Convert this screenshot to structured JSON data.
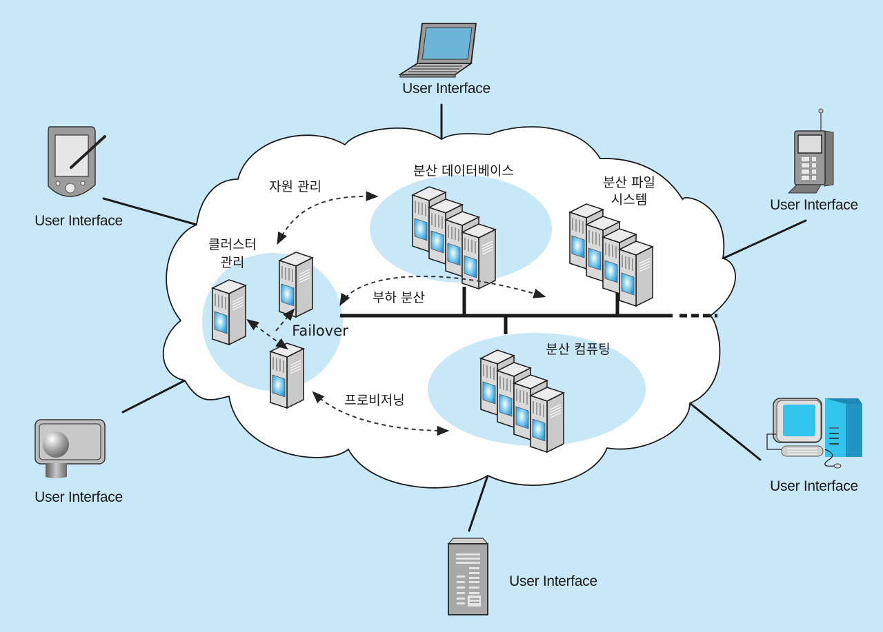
{
  "diagram": {
    "colors": {
      "background": "#c8e8f8",
      "cloud_fill": "#ffffff",
      "cluster_fill": "#c8e8f8",
      "server_body": "#d4d4d4",
      "server_top": "#e8e8e8",
      "server_screen": "#3aa8e0",
      "line": "#1a1a1a"
    },
    "clusters": {
      "distributed_database": {
        "label": "분산 데이터베이스"
      },
      "distributed_file_system": {
        "label_line1": "분산 파일",
        "label_line2": "시스템"
      },
      "distributed_computing": {
        "label": "분산 컴퓨팅"
      },
      "cluster_management": {
        "label_line1": "클러스터",
        "label_line2": "관리"
      }
    },
    "annotations": {
      "resource_management": "자원 관리",
      "load_balancing": "부하 분산",
      "failover": "Failover",
      "provisioning": "프로비저닝"
    },
    "clients": [
      {
        "id": "laptop",
        "icon": "laptop-icon",
        "label": "User Interface"
      },
      {
        "id": "pda",
        "icon": "pda-icon",
        "label": "User Interface"
      },
      {
        "id": "mobile-phone",
        "icon": "mobile-phone-icon",
        "label": "User Interface"
      },
      {
        "id": "kiosk",
        "icon": "kiosk-icon",
        "label": "User Interface"
      },
      {
        "id": "desktop",
        "icon": "desktop-computer-icon",
        "label": "User Interface"
      },
      {
        "id": "server-tower",
        "icon": "server-tower-icon",
        "label": "User Interface"
      }
    ]
  }
}
